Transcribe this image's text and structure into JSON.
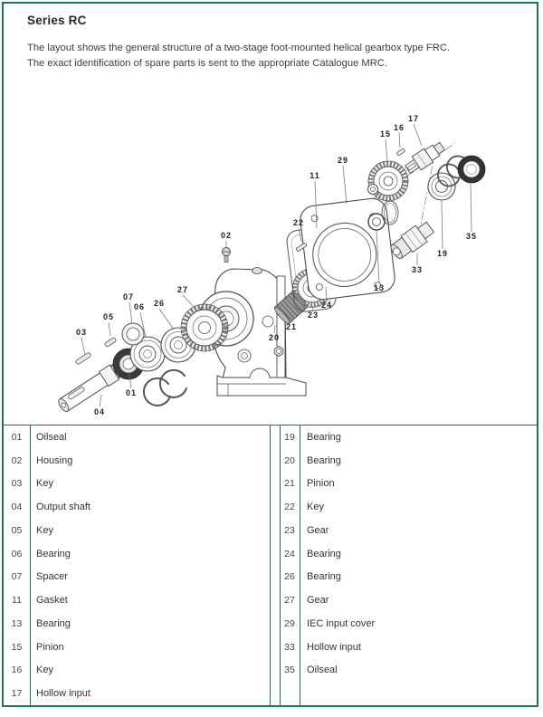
{
  "page": {
    "border_color": "#1a7a4b"
  },
  "header": {
    "title": "Series RC",
    "description_line1": "The layout shows the general structure of a two-stage foot-mounted helical gearbox type FRC.",
    "description_line2": "The exact identification of spare parts is sent to the appropriate Catalogue MRC."
  },
  "diagram": {
    "callouts": {
      "01": {
        "label": "01"
      },
      "02": {
        "label": "02"
      },
      "03": {
        "label": "03"
      },
      "04": {
        "label": "04"
      },
      "05": {
        "label": "05"
      },
      "06": {
        "label": "06"
      },
      "07": {
        "label": "07"
      },
      "11": {
        "label": "11"
      },
      "13": {
        "label": "13"
      },
      "15": {
        "label": "15"
      },
      "16": {
        "label": "16"
      },
      "17": {
        "label": "17"
      },
      "19": {
        "label": "19"
      },
      "20": {
        "label": "20"
      },
      "21": {
        "label": "21"
      },
      "22": {
        "label": "22"
      },
      "23": {
        "label": "23"
      },
      "24": {
        "label": "24"
      },
      "26": {
        "label": "26"
      },
      "27": {
        "label": "27"
      },
      "29": {
        "label": "29"
      },
      "33": {
        "label": "33"
      },
      "35": {
        "label": "35"
      }
    }
  },
  "parts_table": {
    "left": [
      {
        "no": "01",
        "name": "Oilseal"
      },
      {
        "no": "02",
        "name": "Housing"
      },
      {
        "no": "03",
        "name": "Key"
      },
      {
        "no": "04",
        "name": "Output shaft"
      },
      {
        "no": "05",
        "name": "Key"
      },
      {
        "no": "06",
        "name": "Bearing"
      },
      {
        "no": "07",
        "name": "Spacer"
      },
      {
        "no": "11",
        "name": "Gasket"
      },
      {
        "no": "13",
        "name": "Bearing"
      },
      {
        "no": "15",
        "name": "Pinion"
      },
      {
        "no": "16",
        "name": "Key"
      },
      {
        "no": "17",
        "name": "Hollow input"
      }
    ],
    "right": [
      {
        "no": "19",
        "name": "Bearing"
      },
      {
        "no": "20",
        "name": "Bearing"
      },
      {
        "no": "21",
        "name": "Pinion"
      },
      {
        "no": "22",
        "name": "Key"
      },
      {
        "no": "23",
        "name": "Gear"
      },
      {
        "no": "24",
        "name": "Bearing"
      },
      {
        "no": "26",
        "name": "Bearing"
      },
      {
        "no": "27",
        "name": "Gear"
      },
      {
        "no": "29",
        "name": "IEC input cover"
      },
      {
        "no": "33",
        "name": "Hollow input"
      },
      {
        "no": "35",
        "name": "Oilseal"
      }
    ]
  }
}
